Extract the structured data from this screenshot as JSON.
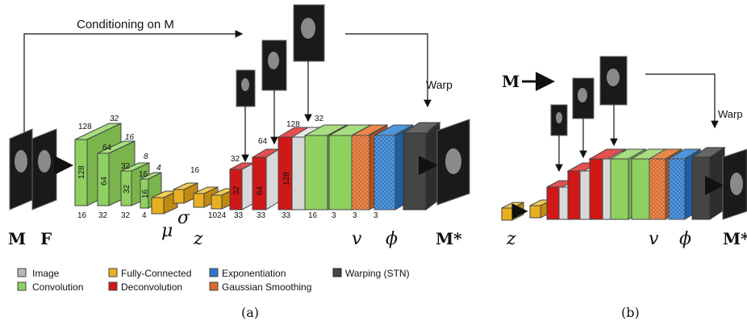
{
  "panel_a": {
    "conditioning_label": "Conditioning on M",
    "warp_label": "Warp",
    "top_dims": [
      "128",
      "32",
      "64",
      "16",
      "32",
      "8",
      "16",
      "4",
      "16",
      "32",
      "64",
      "128",
      "32"
    ],
    "side_dims": [
      "128",
      "64",
      "32",
      "16",
      "32",
      "64",
      "128"
    ],
    "bottom_dims": [
      "16",
      "32",
      "32",
      "4",
      "1024",
      "33",
      "33",
      "33",
      "16",
      "3",
      "3",
      "3"
    ],
    "symbols": {
      "M": "M",
      "F": "F",
      "mu": "μ",
      "sigma": "σ",
      "z": "z",
      "v": "v",
      "phi": "ϕ",
      "Mstar": "M*"
    }
  },
  "panel_b": {
    "input_label": "M",
    "warp_label": "Warp",
    "symbols": {
      "z": "z",
      "v": "v",
      "phi": "ϕ",
      "Mstar": "M*"
    }
  },
  "legend": [
    {
      "label": "Image",
      "color": "#b8b8b8"
    },
    {
      "label": "Convolution",
      "color": "#8fd160"
    },
    {
      "label": "Fully-Connected",
      "color": "#e8b020"
    },
    {
      "label": "Deconvolution",
      "color": "#d01818"
    },
    {
      "label": "Exponentiation",
      "color": "#2c78c8"
    },
    {
      "label": "Gaussian Smoothing",
      "color": "#d9692a"
    },
    {
      "label": "Warping (STN)",
      "color": "#454545"
    }
  ],
  "captions": {
    "a": "(a)",
    "b": "(b)"
  }
}
